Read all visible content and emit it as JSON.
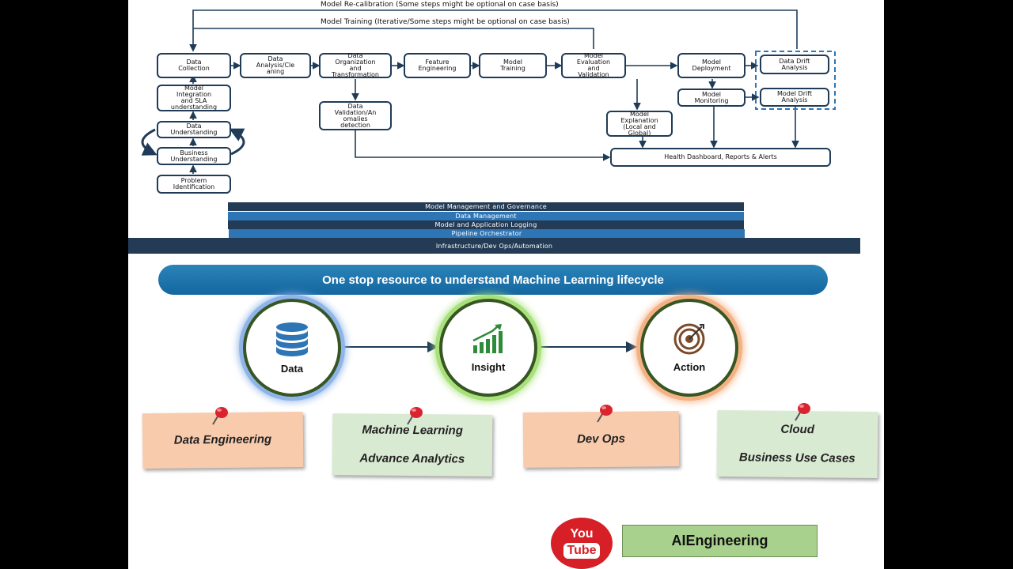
{
  "diagram": {
    "top_labels": {
      "recalibration": "Model Re-calibration (Some steps might be optional on case basis)",
      "training": "Model Training (Iterative/Some steps might be optional on case basis)"
    },
    "steps": {
      "data_collection": "Data\nCollection",
      "data_analysis": "Data\nAnalysis/Cle\naning",
      "data_organization": "Data\nOrganization\nand\nTransformation",
      "feature_engineering": "Feature\nEngineering",
      "model_training": "Model\nTraining",
      "model_evaluation": "Model\nEvaluation\nand\nValidation",
      "model_deployment": "Model\nDeployment",
      "data_drift": "Data Drift\nAnalysis",
      "model_monitoring": "Model\nMonitoring",
      "model_drift": "Model Drift\nAnalysis",
      "model_integration": "Model\nIntegration\nand SLA\nunderstanding",
      "data_understanding": "Data\nUnderstanding",
      "business_understanding": "Business\nUnderstanding",
      "problem_identification": "Problem\nIdentification",
      "data_validation": "Data\nValidation/An\nomalies\ndetection",
      "model_explanation": "Model\nExplanation\n(Local and\nGlobal)",
      "health_dashboard": "Health Dashboard, Reports & Alerts"
    },
    "bands": [
      {
        "label": "Model Management and Governance",
        "color": "#243b55"
      },
      {
        "label": "Data Management",
        "color": "#2e75b6"
      },
      {
        "label": "Model and Application Logging",
        "color": "#243b55"
      },
      {
        "label": "Pipeline Orchestrator",
        "color": "#2e75b6"
      },
      {
        "label": "Infrastructure/Dev Ops/Automation",
        "color": "#243b55"
      }
    ]
  },
  "banner": "One stop resource to understand Machine Learning lifecycle",
  "circles": [
    {
      "label": "Data",
      "icon": "database-icon",
      "glow": "#8fb4e8"
    },
    {
      "label": "Insight",
      "icon": "growth-chart-icon",
      "glow": "#a8e07a"
    },
    {
      "label": "Action",
      "icon": "target-icon",
      "glow": "#f4b183"
    }
  ],
  "notes": [
    {
      "lines": [
        "Data Engineering"
      ],
      "color": "#f8cbad"
    },
    {
      "lines": [
        "Machine Learning",
        "Advance Analytics"
      ],
      "color": "#d9ead3"
    },
    {
      "lines": [
        "Dev Ops"
      ],
      "color": "#f8cbad"
    },
    {
      "lines": [
        "Cloud",
        "Business Use Cases"
      ],
      "color": "#d9ead3"
    }
  ],
  "youtube": {
    "line1": "You",
    "line2": "Tube"
  },
  "brand": "AIEngineering",
  "colors": {
    "box_border": "#1f3b57",
    "arrow": "#1f3b57",
    "banner": "#1a6fa8",
    "brand_bg": "#a9d18e"
  }
}
